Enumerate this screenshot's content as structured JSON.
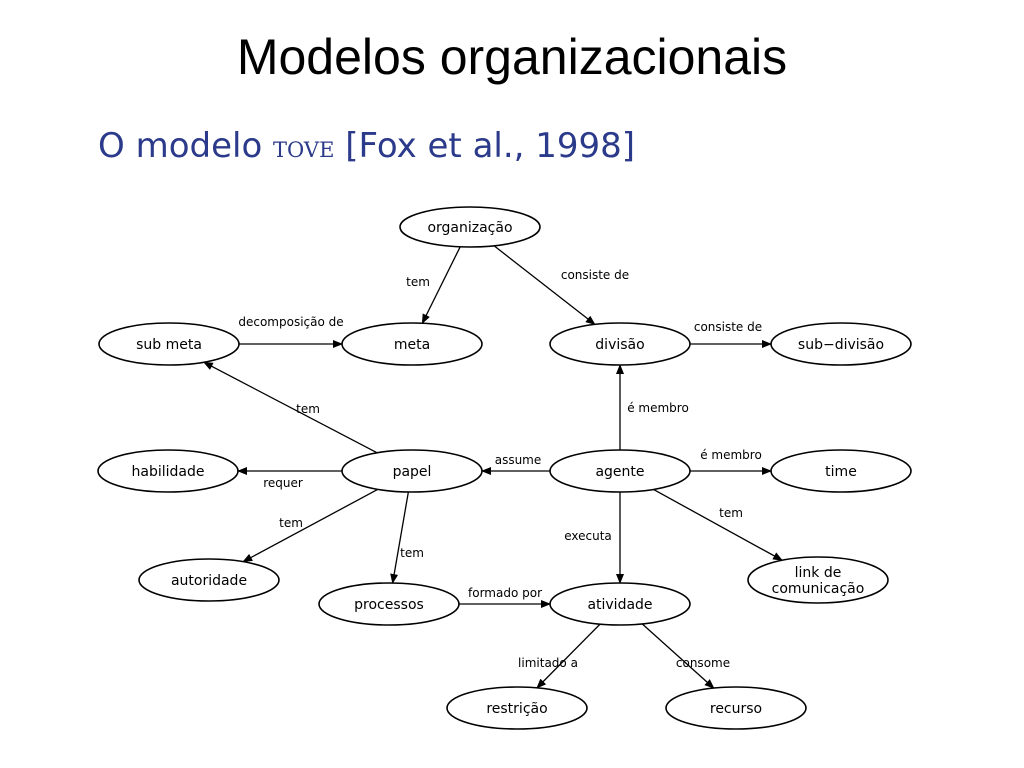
{
  "slide": {
    "title": "Modelos organizacionais",
    "subtitle_prefix": "O modelo ",
    "subtitle_name": "tove",
    "subtitle_citation": " [Fox et al., 1998]"
  },
  "diagram": {
    "colors": {
      "subtitle": "#2b3a8a",
      "stroke": "#000000"
    },
    "nodes": [
      {
        "id": "organizacao",
        "label": [
          "organização"
        ]
      },
      {
        "id": "sub-meta",
        "label": [
          "sub meta"
        ]
      },
      {
        "id": "meta",
        "label": [
          "meta"
        ]
      },
      {
        "id": "divisao",
        "label": [
          "divisão"
        ]
      },
      {
        "id": "sub-divisao",
        "label": [
          "sub−divisão"
        ]
      },
      {
        "id": "habilidade",
        "label": [
          "habilidade"
        ]
      },
      {
        "id": "papel",
        "label": [
          "papel"
        ]
      },
      {
        "id": "agente",
        "label": [
          "agente"
        ]
      },
      {
        "id": "time",
        "label": [
          "time"
        ]
      },
      {
        "id": "autoridade",
        "label": [
          "autoridade"
        ]
      },
      {
        "id": "processos",
        "label": [
          "processos"
        ]
      },
      {
        "id": "atividade",
        "label": [
          "atividade"
        ]
      },
      {
        "id": "link-comunicacao",
        "label": [
          "link de",
          "comunicação"
        ]
      },
      {
        "id": "restricao",
        "label": [
          "restrição"
        ]
      },
      {
        "id": "recurso",
        "label": [
          "recurso"
        ]
      }
    ],
    "edges": [
      {
        "from": "organizacao",
        "to": "meta",
        "label": "tem"
      },
      {
        "from": "organizacao",
        "to": "divisao",
        "label": "consiste de"
      },
      {
        "from": "sub-meta",
        "to": "meta",
        "label": "decomposição de"
      },
      {
        "from": "divisao",
        "to": "sub-divisao",
        "label": "consiste de"
      },
      {
        "from": "papel",
        "to": "sub-meta",
        "label": "tem"
      },
      {
        "from": "agente",
        "to": "divisao",
        "label": "é membro"
      },
      {
        "from": "agente",
        "to": "papel",
        "label": "assume"
      },
      {
        "from": "agente",
        "to": "time",
        "label": "é membro"
      },
      {
        "from": "papel",
        "to": "habilidade",
        "label": "requer"
      },
      {
        "from": "papel",
        "to": "autoridade",
        "label": "tem"
      },
      {
        "from": "papel",
        "to": "processos",
        "label": "tem"
      },
      {
        "from": "agente",
        "to": "atividade",
        "label": "executa"
      },
      {
        "from": "agente",
        "to": "link-comunicacao",
        "label": "tem"
      },
      {
        "from": "processos",
        "to": "atividade",
        "label": "formado por"
      },
      {
        "from": "atividade",
        "to": "restricao",
        "label": "limitado a"
      },
      {
        "from": "atividade",
        "to": "recurso",
        "label": "consome"
      }
    ]
  }
}
